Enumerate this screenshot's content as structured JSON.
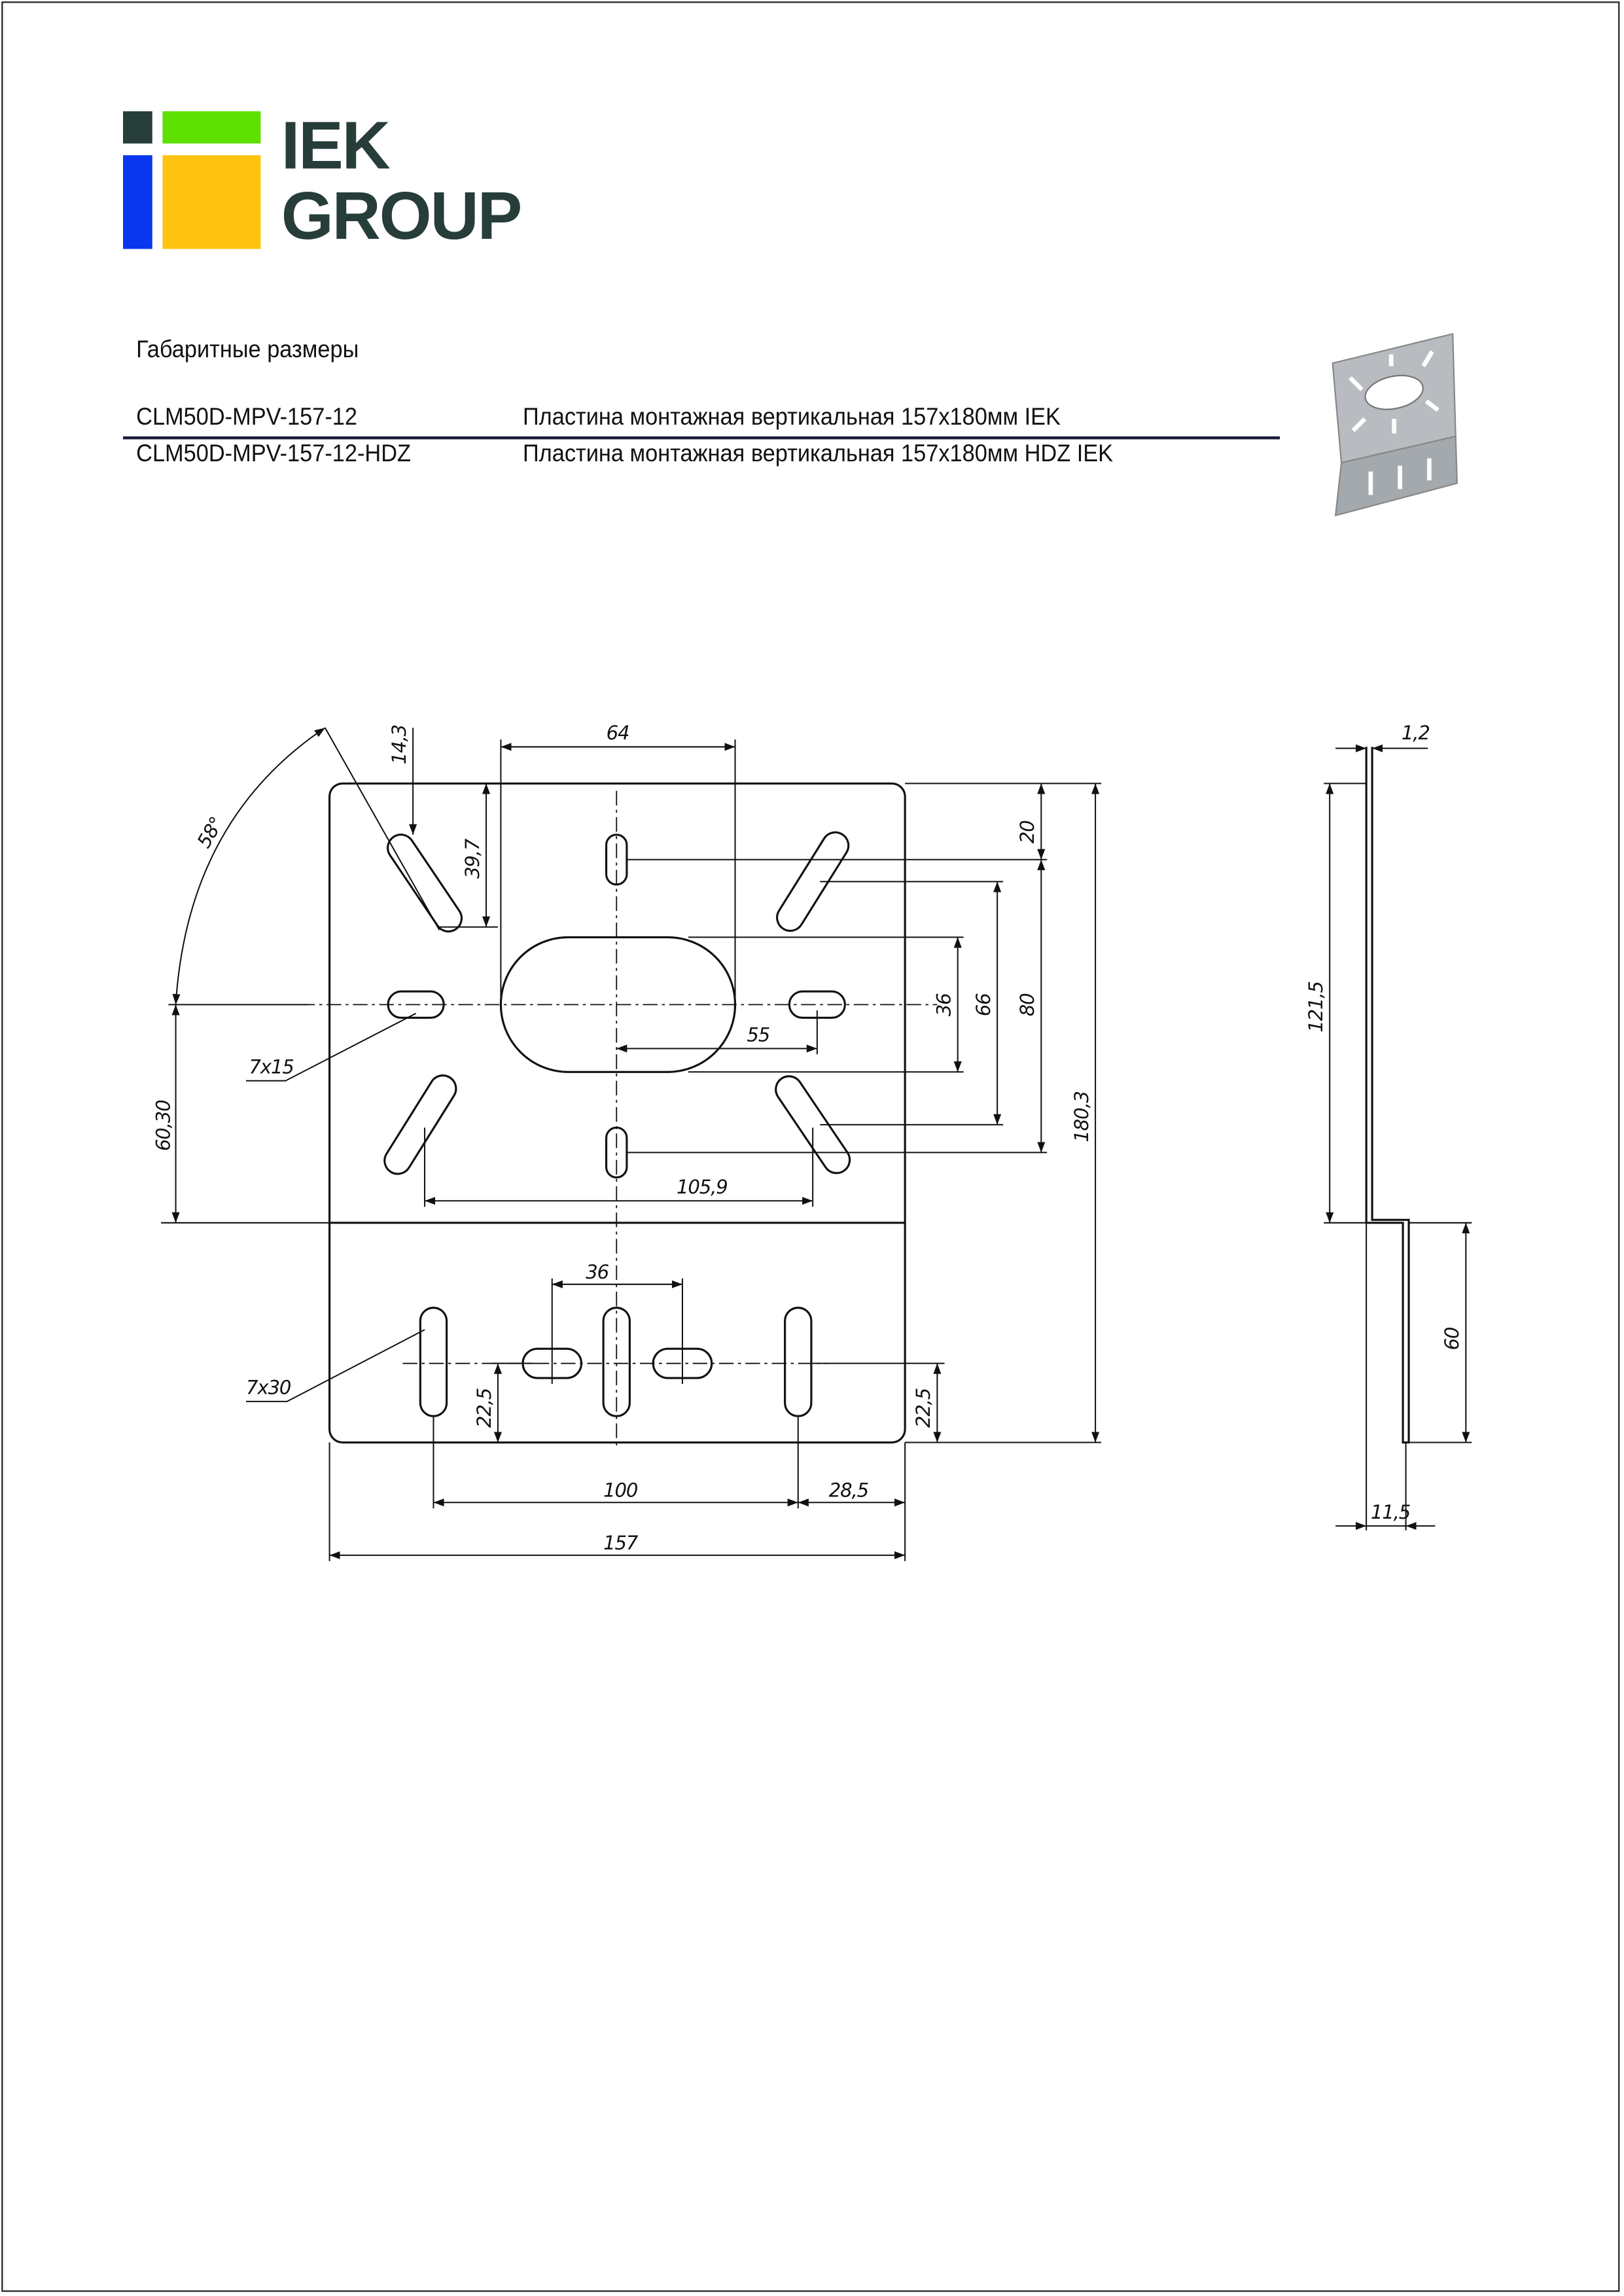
{
  "logo": {
    "line1": "IEK",
    "line2": "GROUP",
    "colors": {
      "dark": "#263d3a",
      "green": "#5ee000",
      "blue": "#0a36f0",
      "yellow": "#ffc20e"
    }
  },
  "heading": "Габаритные размеры",
  "products": [
    {
      "code": "CLM50D-MPV-157-12",
      "description": "Пластина монтажная вертикальная 157x180мм IEK"
    },
    {
      "code": "CLM50D-MPV-157-12-HDZ",
      "description": "Пластина монтажная вертикальная 157x180мм HDZ IEK"
    }
  ],
  "front_view_dimensions": {
    "d64": "64",
    "d14_3": "14,3",
    "d39_7": "39,7",
    "angle58": "58°",
    "hole_7x15": "7x15",
    "d60_30": "60,30",
    "d20": "20",
    "d36_top": "36",
    "d66": "66",
    "d80": "80",
    "d180_3": "180,3",
    "d55": "55",
    "d105_9": "105,9",
    "d36_bottom": "36",
    "hole_7x30": "7x30",
    "d22_5_left": "22,5",
    "d22_5_right": "22,5",
    "d100": "100",
    "d28_5": "28,5",
    "d157": "157"
  },
  "side_view_dimensions": {
    "thickness": "1,2",
    "d121_5": "121,5",
    "d60": "60",
    "d11_5": "11,5"
  }
}
